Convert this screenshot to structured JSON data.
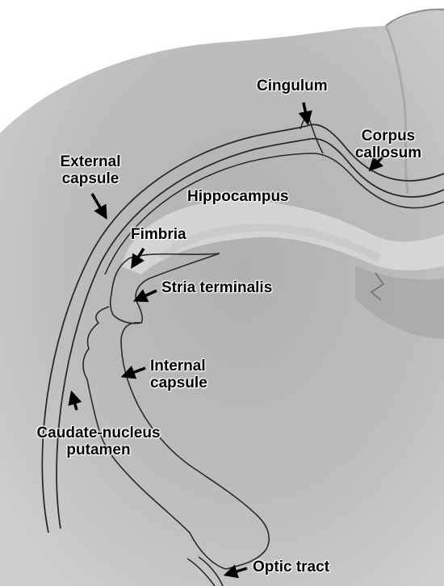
{
  "figure": {
    "labels": {
      "cingulum": "Cingulum",
      "corpus_callosum": [
        "Corpus",
        "callosum"
      ],
      "external_capsule": [
        "External",
        "capsule"
      ],
      "hippocampus": "Hippocampus",
      "fimbria": "Fimbria",
      "stria_terminalis": "Stria terminalis",
      "internal_capsule": [
        "Internal",
        "capsule"
      ],
      "caudate_putamen": [
        "Caudate-nucleus",
        "putamen"
      ],
      "optic_tract": "Optic tract"
    },
    "colors": {
      "tissue_light": "#cfcfcf",
      "tissue_mid": "#a9a9a9",
      "tissue_dark": "#8e8e8e",
      "outline": "#2a2a2a",
      "text": "#000000"
    }
  }
}
